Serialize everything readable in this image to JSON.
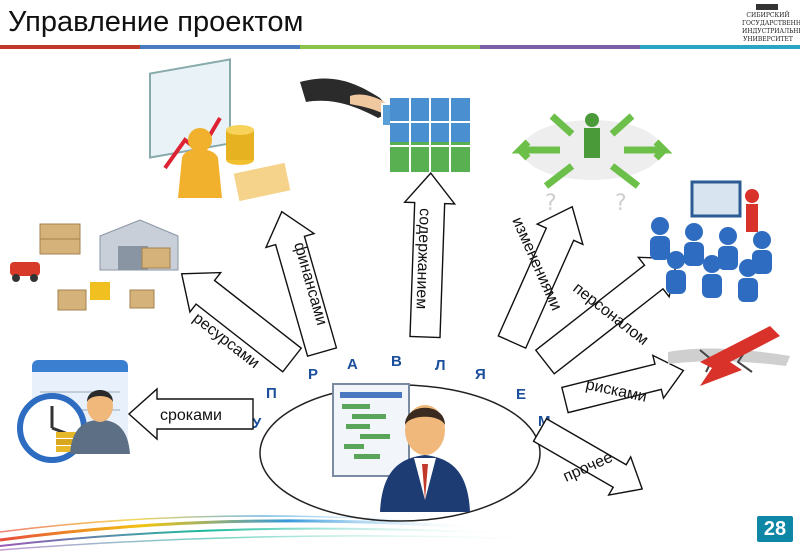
{
  "slide": {
    "title": "Управление проектом",
    "page_number": "28",
    "logo_lines": [
      "СИБИРСКИЙ",
      "ГОСУДАРСТВЕННЫЙ",
      "ИНДУСТРИАЛЬНЫЙ",
      "УНИВЕРСИТЕТ"
    ]
  },
  "center": {
    "word_letters": [
      "У",
      "П",
      "Р",
      "А",
      "В",
      "Л",
      "Я",
      "Е",
      "М"
    ]
  },
  "arrows": {
    "deadlines": "сроками",
    "resources": "ресурсами",
    "finances": "финансами",
    "content": "содержанием",
    "changes": "изменениями",
    "personnel": "персоналом",
    "risks": "рисками",
    "other": "прочее"
  },
  "colors": {
    "accent_blue": "#1b4f9c",
    "page_badge": "#0e86a6",
    "stripe": [
      "#c0392b",
      "#4a7ac0",
      "#8bc34a",
      "#f5a623",
      "#7b5ea7",
      "#2aa6c4"
    ]
  }
}
